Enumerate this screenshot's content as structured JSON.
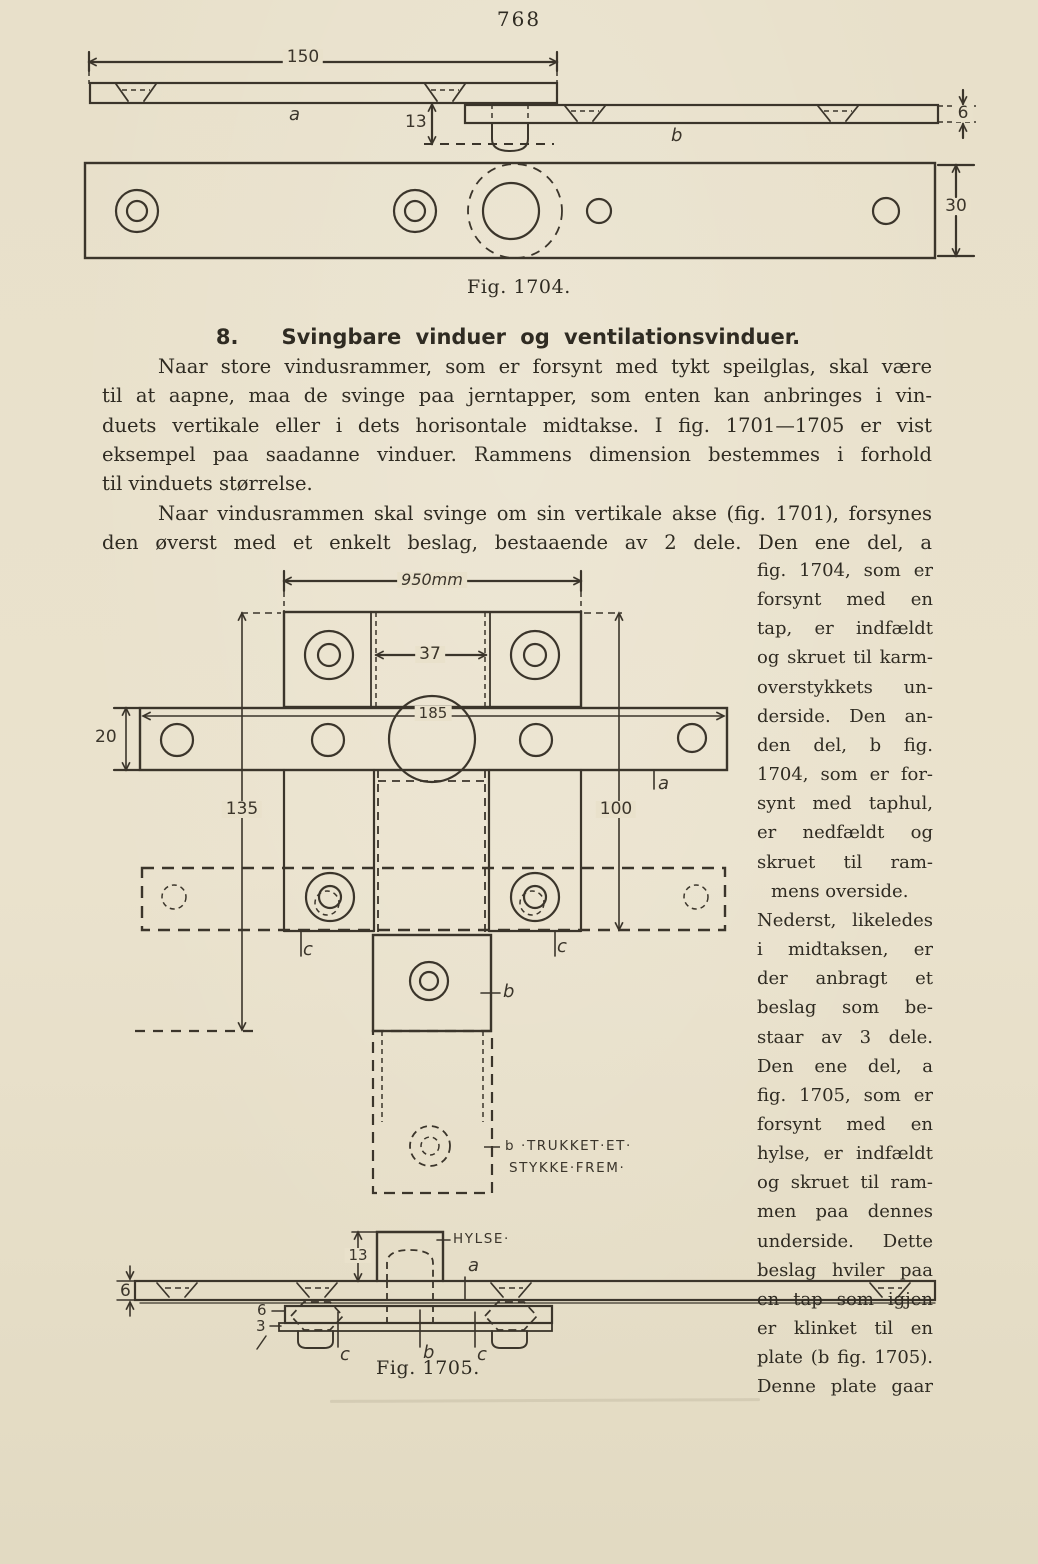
{
  "page_number": "768",
  "heading": "8.   Svingbare vinduer og ventilationsvinduer.",
  "para1_lines": [
    "Naar store vindusrammer, som er forsynt med tykt speilglas, skal være",
    "til at aapne, maa de svinge paa jerntapper, som enten kan anbringes i vin-",
    "duets vertikale eller i dets horisontale midtakse.  I fig. 1701—1705 er vist",
    "eksempel paa saadanne vinduer.  Rammens dimension bestemmes i forhold",
    "til vinduets størrelse."
  ],
  "para2_lines": [
    "Naar vindusrammen skal svinge om sin vertikale akse (fig. 1701), forsynes",
    "den øverst med et enkelt beslag, bestaaende av 2 dele.  Den ene del, a"
  ],
  "column_lines": [
    "fig. 1704, som er",
    "forsynt med en",
    "tap, er indfældt",
    "og skruet til karm-",
    "overstykkets un-",
    "derside. Den an-",
    "den del, b fig.",
    "1704, som er for-",
    "synt med taphul,",
    "er nedfældt og",
    "skruet til ram-",
    "mens overside.",
    "Nederst, likeledes",
    "i midtaksen, er",
    "der anbragt et",
    "beslag som be-",
    "staar av 3 dele.",
    "Den ene del, a",
    "fig. 1705, som er",
    "forsynt med en",
    "hylse, er indfældt",
    "og skruet til ram-",
    "men paa dennes",
    "underside. Dette",
    "beslag hviler paa",
    "en tap som igjen",
    "er klinket til en",
    "plate (b fig. 1705).",
    "Denne plate gaar"
  ],
  "fig1704": {
    "caption": "Fig. 1704.",
    "dim_150": "150",
    "label_a": "a",
    "dim_13": "13",
    "label_b": "b",
    "dim_6": "6",
    "dim_30": "30"
  },
  "fig1705": {
    "caption": "Fig. 1705.",
    "dim_950": "950mm",
    "dim_37": "37",
    "dim_185": "185",
    "dim_20": "20",
    "dim_135": "135",
    "dim_100": "100",
    "label_a_plan": "a",
    "label_c_left": "c",
    "label_c_right": "c",
    "label_b_plan": "b",
    "note_line1": "b ·TRUKKET·ET·",
    "note_line2": "STYKKE·FREM·",
    "label_hylse": "HYLSE·",
    "dim_13": "13",
    "label_a_side": "a",
    "dim_6_left": "6",
    "dim_6_bar": "6",
    "dim_3": "3",
    "label_c1": "c",
    "label_b2": "b",
    "label_c2": "c"
  }
}
